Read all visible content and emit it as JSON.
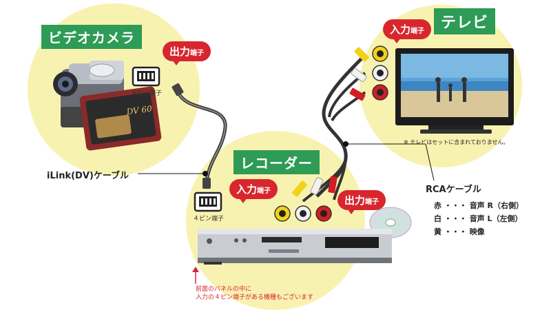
{
  "labels": {
    "video_camera": "ビデオカメラ",
    "tv": "テレビ",
    "recorder": "レコーダー"
  },
  "bubbles": {
    "camera_output": {
      "main": "出力",
      "sub": "端子"
    },
    "tv_input": {
      "main": "入力",
      "sub": "端子"
    },
    "recorder_input": {
      "main": "入力",
      "sub": "端子"
    },
    "recorder_output": {
      "main": "出力",
      "sub": "端子"
    }
  },
  "ports": {
    "camera_4pin": "４ピン端子",
    "recorder_4pin": "４ピン端子"
  },
  "cables": {
    "ilink": "iLink(DV)ケーブル",
    "rca": "RCAケーブル"
  },
  "rca_legend": [
    {
      "color": "赤",
      "dots": "・・・",
      "meaning": "音声 R（右側）"
    },
    {
      "color": "白",
      "dots": "・・・",
      "meaning": "音声 L（左側）"
    },
    {
      "color": "黄",
      "dots": "・・・",
      "meaning": "映像"
    }
  ],
  "notes": {
    "tv_note": "※ テレビはセットに含まれておりません。",
    "front_panel_line1": "前面のパネルの中に",
    "front_panel_line2": "入力の４ピン端子がある機種もございます"
  },
  "colors": {
    "circle_bg": "#f8f2b0",
    "label_green": "#2e9b56",
    "bubble_red": "#d8262e",
    "rca_red": "#d01e24",
    "rca_white": "#f2f2f2",
    "rca_yellow": "#f1d21a"
  }
}
